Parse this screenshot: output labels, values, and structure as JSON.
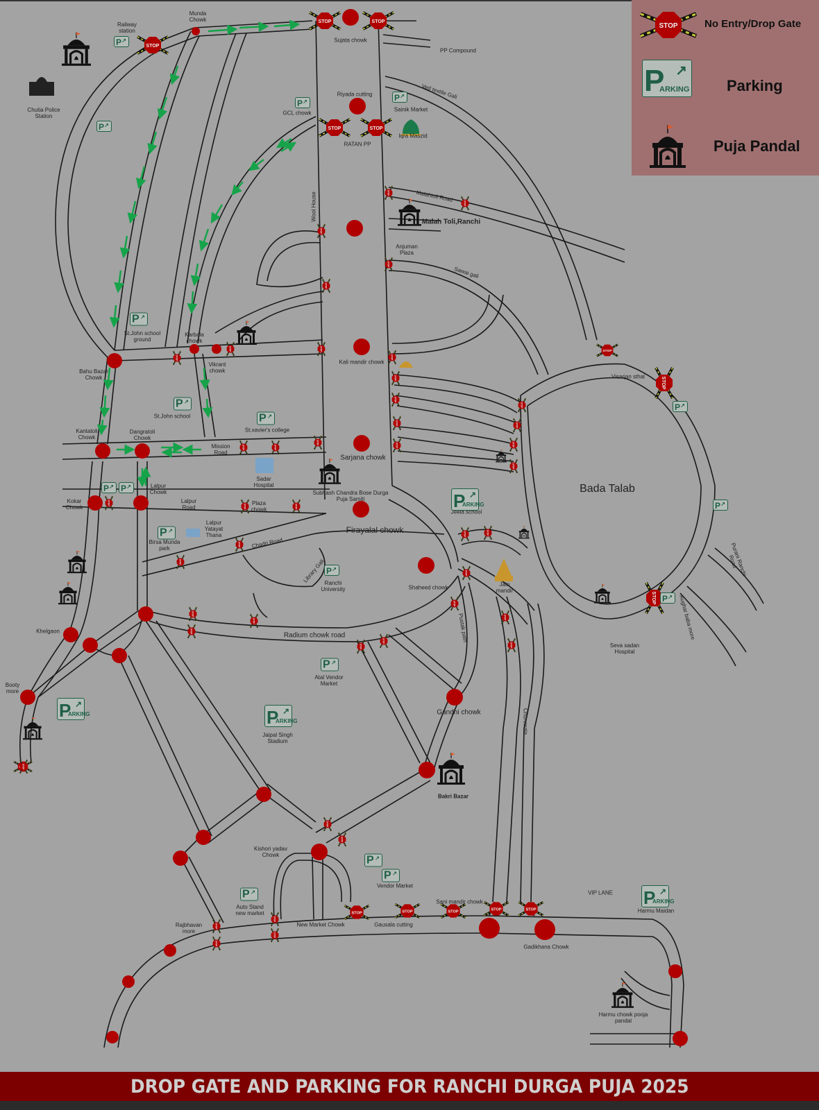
{
  "legend": {
    "items": [
      {
        "icon": "stop-drop-gate-icon",
        "label": "No Entry/Drop Gate"
      },
      {
        "icon": "parking-icon",
        "label": "Parking"
      },
      {
        "icon": "puja-pandal-icon",
        "label": "Puja Pandal"
      }
    ]
  },
  "footer": {
    "title": "DROP GATE AND PARKING FOR RANCHI DURGA PUJA 2025"
  },
  "colors": {
    "map_bg": "#a3a3a3",
    "road_line": "#1a1a1a",
    "junction_red": "#b00000",
    "one_way_arrow": "#16a34a",
    "legend_bg": "#a07070",
    "footer_bg": "#7c0000",
    "parking_green": "#1f5f47"
  },
  "stop_label": "STOP",
  "parking_sign": {
    "letter": "P",
    "word": "ARKING",
    "arrow": "↗"
  },
  "places": {
    "railway_station": "Railway\nstation",
    "munda_chowk": "Munda\nChowk",
    "sujata_chowk": "Sujata chowk",
    "pp_compound": "PP Compound",
    "chutia_police": "Chutia Police\nStation",
    "riyada_cutting": "Riyada cutting",
    "gcl_chowk": "GCL chowk",
    "sainik_market": "Sainik Market",
    "ratan_pp": "RATAN PP",
    "iqra_maszid": "Iqra Maszid",
    "ved_textile_gali": "Ved textile Gali",
    "malahtoli_road": "Malahtoli Road",
    "malah_toli_ranchi": "Malah Toli,Ranchi",
    "wool_house": "Wool House",
    "anjuman_plaza": "Anjuman\nPlaza",
    "sawai_gali": "Sawai gali",
    "st_john_ground": "St.John school\nground",
    "karbala_chowk": "Karbala\nchowk",
    "vikrant_chowk": "Vikrant\nchowk",
    "kali_mandir_chowk": "Kali mandir chowk",
    "bahu_bazar_chowk": "Bahu Bazar\nChowk",
    "st_john_school": "St.John school",
    "st_xaviers": "St.xavier's college",
    "kantatoli_chowk": "Kantatoli\nChowk",
    "dangratoli_chowk": "Dangratoli\nChowk",
    "mission_road": "Mission\nRoad",
    "sarjana_chowk": "Sarjana chowk",
    "sadar_hospital": "Sadar\nHospital",
    "subhash_puja": "Subhash Chandra Bose Durga\nPuja Samiti",
    "lalpur_chowk": "Lalpur\nChowk",
    "kokar_chowk": "Kokar\nChowk",
    "lalpur_road": "Lalpur\nRoad",
    "plaza_chowk": "Plaza\nchowk",
    "visarjan_sthal": "Visarjan sthal",
    "bada_talab": "Bada Talab",
    "jeela_school": "Jeela school",
    "firayalal_chowk": "Firayalal chowk",
    "birsa_munda_park": "Birsa Munda\npark",
    "lalpur_thana": "Lalpur\nYatayat\nThana",
    "chadri_road": "Chadri Road",
    "library_gali": "Library Gali",
    "ranchi_university": "Ranchi\nUniversity",
    "shaheed_chowk": "Shaheed chowk",
    "jain_mandir": "Jain\nmandir",
    "purani_ranchi_road": "Purani Ranchi\nRoad",
    "aughar_baba_more": "Aughar baba more",
    "seva_sadan": "Seva sadan\nHospital",
    "khelgaon": "Khelgaon",
    "radium_chowk_road": "Radium chowk road",
    "pustak_path": "Pustak path",
    "atal_vendor_market": "Atal Vendor\nMarket",
    "booty_more": "Booty\nmore",
    "jaipal_singh_stadium": "Jaipal Singh\nStadium",
    "gandhi_chowk": "Gandhi chowk",
    "churuwala": "Churuwala",
    "bakri_bazar": "Bakri Bazar",
    "kishori_yadav_chowk": "Kishori yadav\nChowk",
    "vendor_market": "Vendor Market",
    "auto_stand": "Auto Stand\nnew market",
    "rajbhavan_more": "Rajbhavan\nmore",
    "new_market_chowk": "New Market Chowk",
    "gausala_cutting": "Gausala cutting",
    "sani_mandir_chowk": "Sani mandir chowk",
    "vip_lane": "VIP LANE",
    "harmu_maidan": "Harmu Maidan",
    "gadikhana_chowk": "Gadikhana Chowk",
    "harmu_chowk_pandal": "Harmu chowk pooja\npandal"
  }
}
